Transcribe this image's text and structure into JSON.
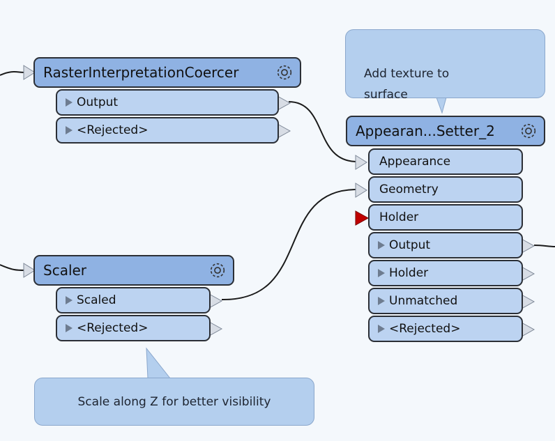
{
  "annotations": {
    "texture_note": "Add texture to\nsurface",
    "scale_note": "Scale along Z for better visibility"
  },
  "transformers": {
    "coercer": {
      "title": "RasterInterpretationCoercer",
      "outputs": [
        "Output",
        "<Rejected>"
      ]
    },
    "scaler": {
      "title": "Scaler",
      "outputs": [
        "Scaled",
        "<Rejected>"
      ]
    },
    "appearance_setter": {
      "title": "Appearan...Setter_2",
      "inputs": [
        "Appearance",
        "Geometry",
        "Holder"
      ],
      "outputs": [
        "Output",
        "Holder",
        "Unmatched",
        "<Rejected>"
      ]
    }
  },
  "colors": {
    "node_title": "#8fb2e3",
    "port": "#bcd3f1",
    "annotation": "#b4cfee",
    "required_input": "#c00000",
    "wire": "#1a1a1a",
    "canvas": "#f4f8fc"
  },
  "icons": [
    "gear-icon",
    "port-arrow-icon"
  ]
}
